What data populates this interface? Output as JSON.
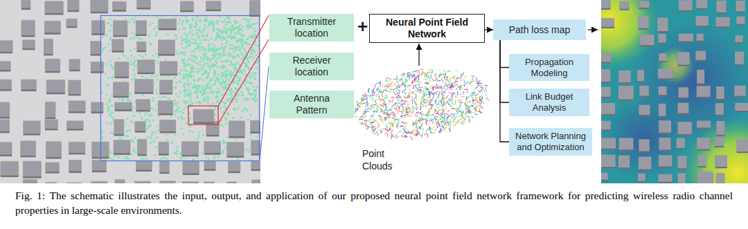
{
  "diagram": {
    "caption": "Fig. 1: The schematic illustrates the input, output, and application of our proposed neural point field network framework for predicting wireless radio channel properties in large-scale environments.",
    "nodes": [
      {
        "text": [
          "Transmitter location"
        ]
      },
      {
        "text": [
          "Receiver location"
        ]
      },
      {
        "text": [
          "Antenna Pattern"
        ]
      },
      {
        "text": [
          "Neural Point Field Network"
        ]
      },
      {
        "text": [
          "Path loss map"
        ]
      },
      {
        "text": [
          "Propagation Modeling"
        ]
      },
      {
        "text": [
          "Link Budget Analysis"
        ]
      },
      {
        "text": [
          "Network Planning and Optimization"
        ]
      }
    ],
    "edges": [
      {
        "from": 3,
        "to": 4,
        "arrow": "to"
      },
      {
        "from": 4,
        "to": 5,
        "arrow": "none"
      },
      {
        "from": 4,
        "to": 6,
        "arrow": "none"
      },
      {
        "from": 4,
        "to": 7,
        "arrow": "none"
      }
    ],
    "labels": [
      "+",
      "Point Clouds"
    ]
  }
}
